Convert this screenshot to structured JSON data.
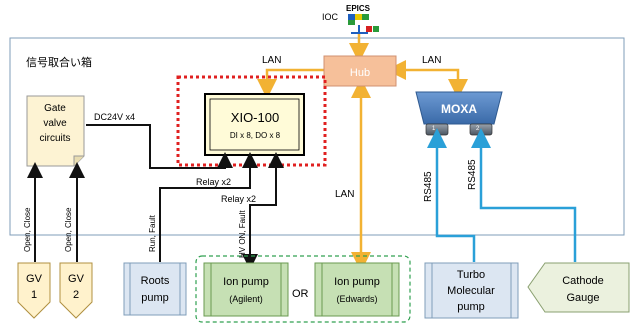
{
  "ioc": {
    "label": "IOC",
    "logo_text": "EPICS"
  },
  "box_title": "信号取合い箱",
  "hub": {
    "label": "Hub"
  },
  "moxa": {
    "label": "MOXA",
    "port1": "1",
    "port2": "2"
  },
  "xio": {
    "title": "XIO-100",
    "subtitle": "DI x 8, DO x 8"
  },
  "gate_valve": {
    "line1": "Gate",
    "line2": "valve",
    "line3": "circuits"
  },
  "labels": {
    "lan_left": "LAN",
    "lan_right": "LAN",
    "lan_mid": "LAN",
    "dc24v": "DC24V x4",
    "relay1": "Relay x2",
    "relay2": "Relay x2",
    "rs485_1": "RS485",
    "rs485_2": "RS485",
    "open_close_1": "Open, Close",
    "open_close_2": "Open, Close",
    "run_fault": "Run, Fault",
    "hv_on_fault": "HV ON, Fault",
    "or": "OR"
  },
  "devices": {
    "gv1": {
      "line1": "GV",
      "line2": "1"
    },
    "gv2": {
      "line1": "GV",
      "line2": "2"
    },
    "roots": {
      "line1": "Roots",
      "line2": "pump"
    },
    "ion_agilent": {
      "line1": "Ion pump",
      "line2": "(Agilent)"
    },
    "ion_edwards": {
      "line1": "Ion pump",
      "line2": "(Edwards)"
    },
    "turbo": {
      "line1": "Turbo",
      "line2": "Molecular",
      "line3": "pump"
    },
    "cathode": {
      "line1": "Cathode",
      "line2": "Gauge"
    }
  },
  "colors": {
    "lan": "#f2b233",
    "rs485": "#2aa0d8",
    "signal": "#111111",
    "hub_fill": "#f6c09a",
    "moxa_fill": "#4c80c0",
    "xio_fill": "#fffbd8",
    "gate_fill": "#fdf3d3",
    "gv_fill": "#fff2cc",
    "pump_blue": "#dce6f2",
    "pump_green": "#c6e0b4",
    "cathode_fill": "#ebf1de",
    "dash_red": "#e02020",
    "dash_green": "#30a050",
    "box_border": "#7f9db9"
  }
}
